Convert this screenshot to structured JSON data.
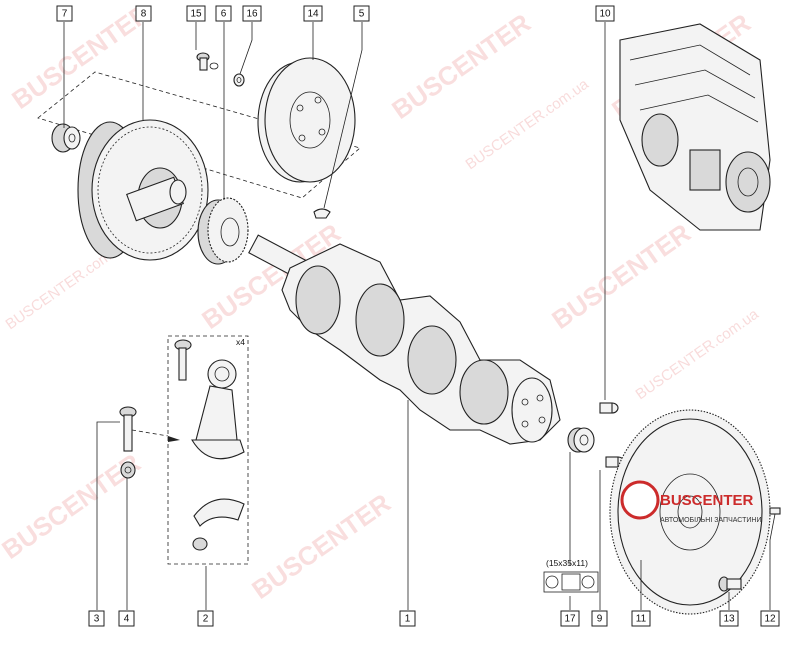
{
  "callouts": [
    {
      "label": "7"
    },
    {
      "label": "8"
    },
    {
      "label": "15"
    },
    {
      "label": "6"
    },
    {
      "label": "16"
    },
    {
      "label": "14"
    },
    {
      "label": "5"
    },
    {
      "label": "10"
    },
    {
      "label": "3"
    },
    {
      "label": "4"
    },
    {
      "label": "2"
    },
    {
      "label": "1"
    },
    {
      "label": "17"
    },
    {
      "label": "9"
    },
    {
      "label": "11"
    },
    {
      "label": "13"
    },
    {
      "label": "12"
    }
  ],
  "rod_kit_qty": "x4",
  "bearing_size": "(15x35x11)",
  "watermark": {
    "text": "BUSCENTER",
    "domain": "BUSCENTER.com.ua",
    "color": "#e05050"
  },
  "logo": {
    "name": "BUSCENTER",
    "tagline": "АВТОМОБІЛЬНІ ЗАПЧАСТИНИ",
    "color": "#cc2b2b"
  }
}
